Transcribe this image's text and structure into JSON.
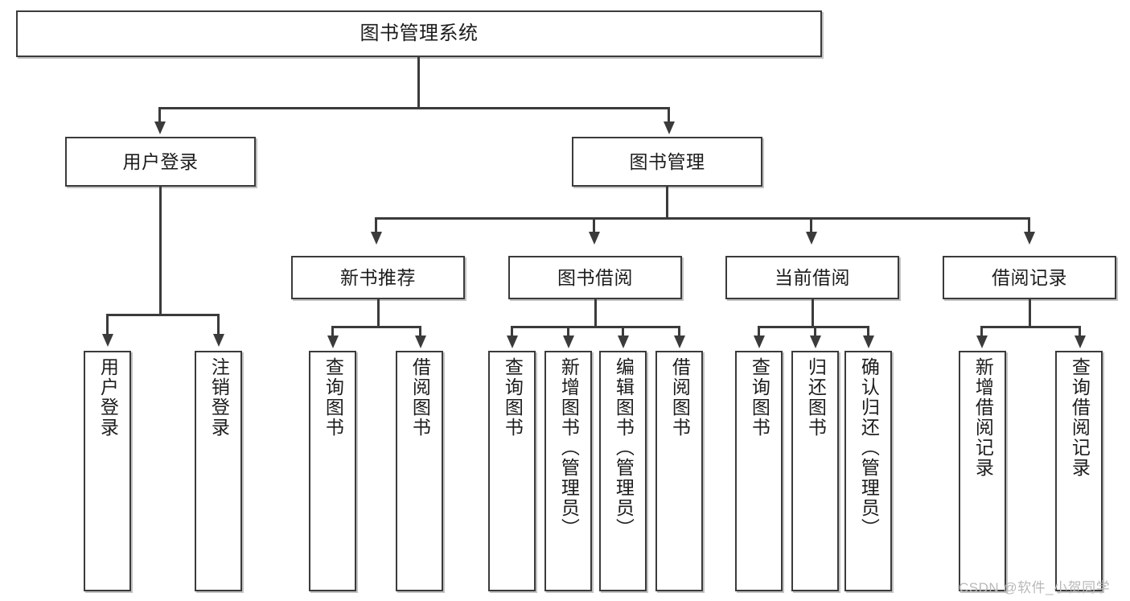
{
  "diagram": {
    "title": "图书管理系统",
    "type": "hierarchy-tree",
    "root": {
      "label": "图书管理系统"
    },
    "level1": [
      {
        "label": "用户登录"
      },
      {
        "label": "图书管理"
      }
    ],
    "level2": [
      {
        "label": "新书推荐",
        "parent": "图书管理"
      },
      {
        "label": "图书借阅",
        "parent": "图书管理"
      },
      {
        "label": "当前借阅",
        "parent": "图书管理"
      },
      {
        "label": "借阅记录",
        "parent": "图书管理"
      }
    ],
    "leaves": {
      "user_login": [
        {
          "label": "用户登录"
        },
        {
          "label": "注销登录"
        }
      ],
      "new_book_recommend": [
        {
          "label": "查询图书"
        },
        {
          "label": "借阅图书"
        }
      ],
      "book_borrow": [
        {
          "label": "查询图书"
        },
        {
          "label": "新增图书（管理员）"
        },
        {
          "label": "编辑图书（管理员）"
        },
        {
          "label": "借阅图书"
        }
      ],
      "current_borrow": [
        {
          "label": "查询图书"
        },
        {
          "label": "归还图书"
        },
        {
          "label": "确认归还（管理员）"
        }
      ],
      "borrow_record": [
        {
          "label": "新增借阅记录"
        },
        {
          "label": "查询借阅记录"
        }
      ]
    }
  },
  "watermark": {
    "text": "CSDN @软件_小贺同学"
  },
  "colors": {
    "stroke": "#3b3b3b",
    "fill": "#ffffff",
    "text": "#1c1c1c",
    "watermark": "#b9b9b9"
  }
}
